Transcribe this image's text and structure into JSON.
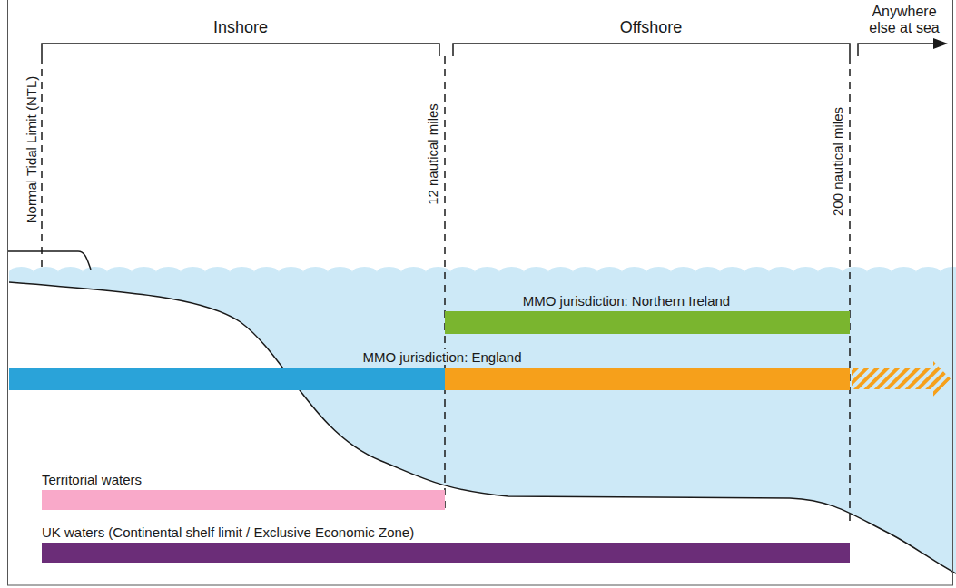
{
  "diagram": {
    "nodes": [
      {
        "text": [
          "MMO jurisdiction: Northern Ireland"
        ]
      },
      {
        "text": [
          "MMO jurisdiction: England"
        ]
      },
      {
        "text": [
          "Territorial waters"
        ]
      },
      {
        "text": [
          "UK waters (Continental shelf limit / Exclusive Economic Zone)"
        ]
      }
    ],
    "labels": [
      "Inshore",
      "Offshore",
      "Anywhere else at sea",
      "Normal Tidal Limit (NTL)",
      "12 nautical miles",
      "200 nautical miles"
    ]
  }
}
